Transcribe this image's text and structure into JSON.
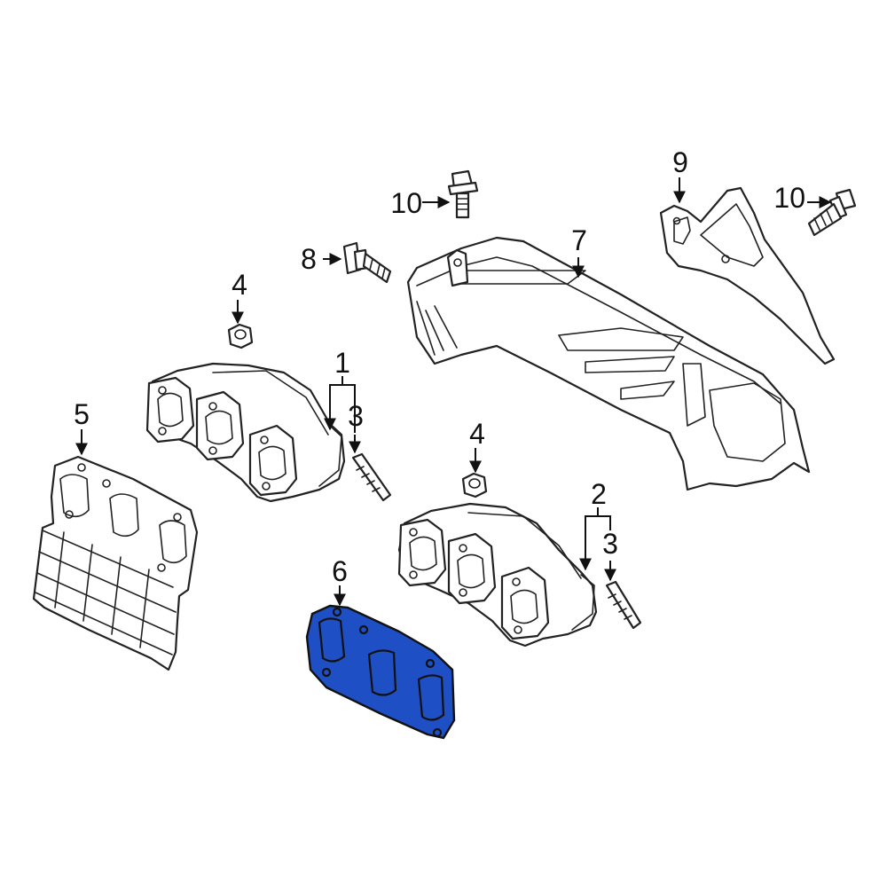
{
  "diagram": {
    "callouts": [
      {
        "id": "callout-1",
        "text": "1"
      },
      {
        "id": "callout-2",
        "text": "2"
      },
      {
        "id": "callout-3a",
        "text": "3"
      },
      {
        "id": "callout-3b",
        "text": "3"
      },
      {
        "id": "callout-4a",
        "text": "4"
      },
      {
        "id": "callout-4b",
        "text": "4"
      },
      {
        "id": "callout-5",
        "text": "5"
      },
      {
        "id": "callout-6",
        "text": "6"
      },
      {
        "id": "callout-7",
        "text": "7"
      },
      {
        "id": "callout-8",
        "text": "8"
      },
      {
        "id": "callout-9",
        "text": "9"
      },
      {
        "id": "callout-10a",
        "text": "10"
      },
      {
        "id": "callout-10b",
        "text": "10"
      }
    ],
    "highlight_color": "#1f4fc4",
    "highlighted_part": "6"
  }
}
